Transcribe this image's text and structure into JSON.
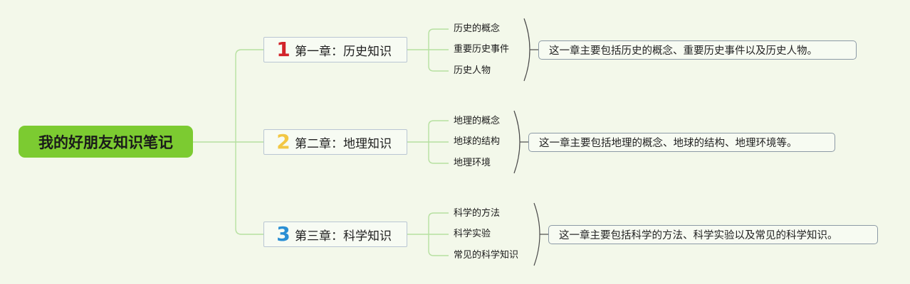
{
  "root": {
    "label": "我的好朋友知识笔记"
  },
  "chapters": [
    {
      "number": "1",
      "number_color": "#d2232a",
      "label": "第一章：历史知识",
      "items": [
        "历史的概念",
        "重要历史事件",
        "历史人物"
      ],
      "summary": "这一章主要包括历史的概念、重要历史事件以及历史人物。"
    },
    {
      "number": "2",
      "number_color": "#f2c744",
      "label": "第二章：地理知识",
      "items": [
        "地理的概念",
        "地球的结构",
        "地理环境"
      ],
      "summary": "这一章主要包括地理的概念、地球的结构、地理环境等。"
    },
    {
      "number": "3",
      "number_color": "#2a8fd4",
      "label": "第三章：科学知识",
      "items": [
        "科学的方法",
        "科学实验",
        "常见的科学知识"
      ],
      "summary": "这一章主要包括科学的方法、科学实验以及常见的科学知识。"
    }
  ],
  "colors": {
    "background": "#f3f8ea",
    "root_fill": "#7ccb31",
    "connector": "#b6e0a0"
  }
}
